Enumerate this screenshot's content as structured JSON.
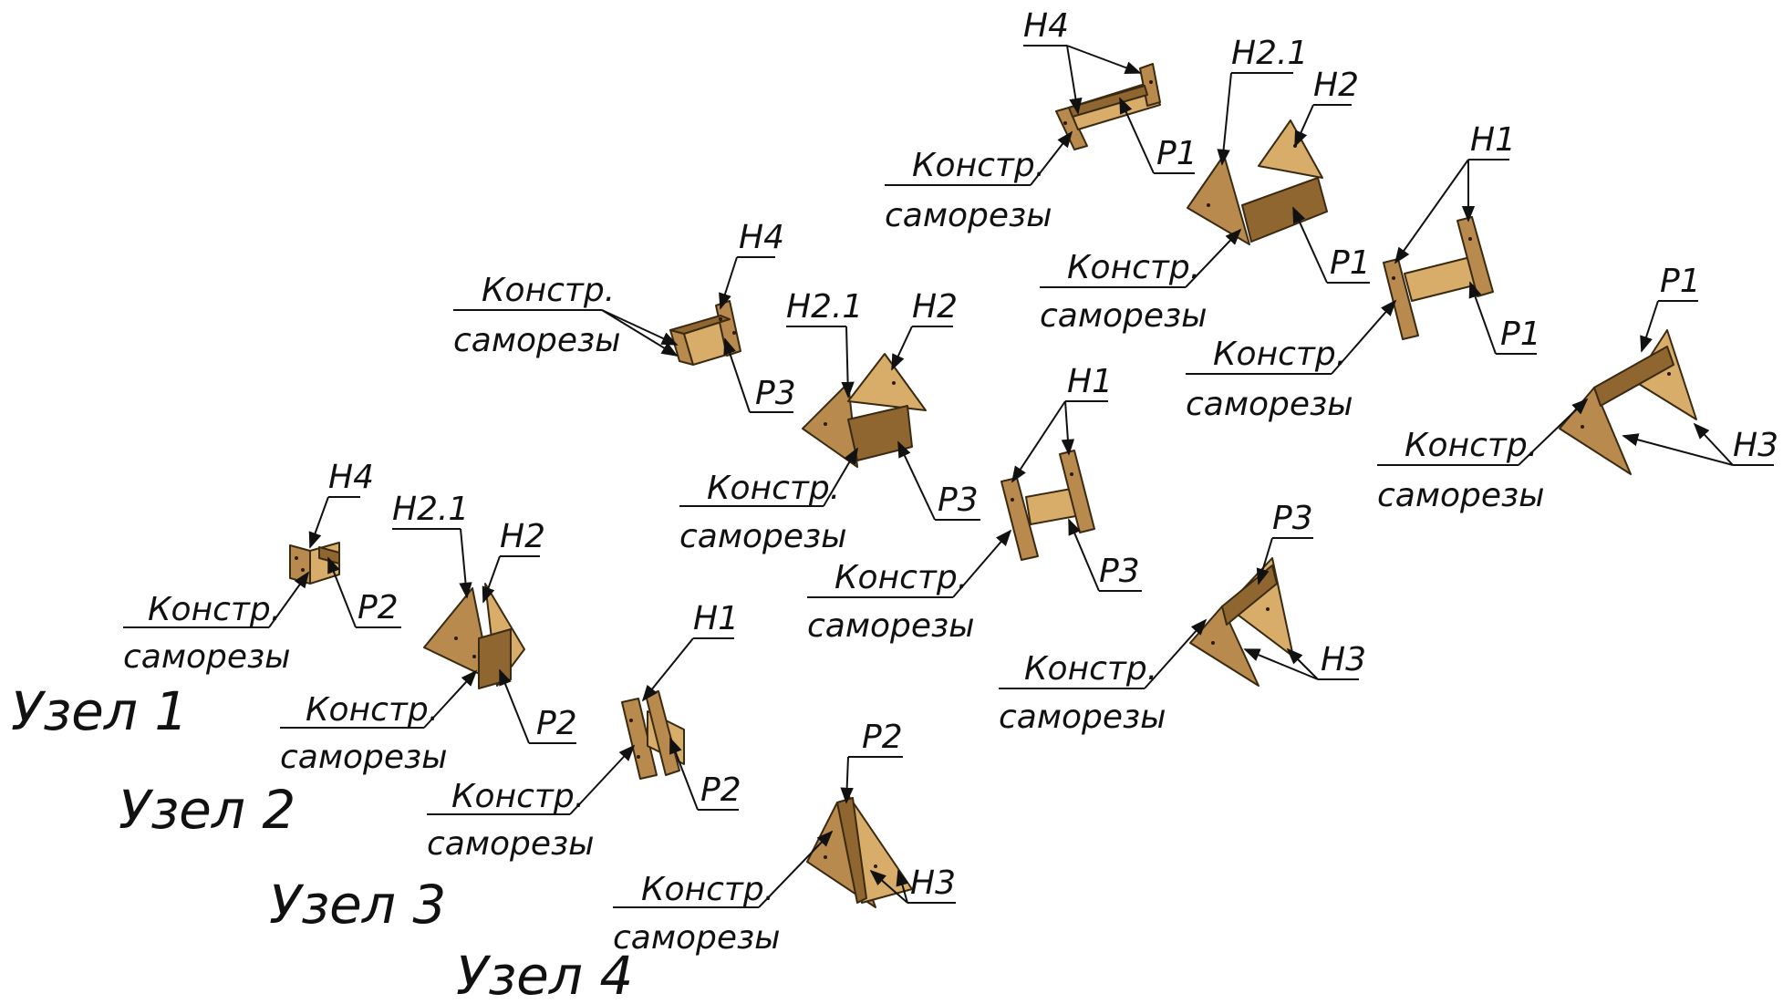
{
  "labels": {
    "konstr": "Констр.",
    "samorezy": "саморезы",
    "h1": "Н1",
    "h2": "Н2",
    "h21": "Н2.1",
    "h3": "Н3",
    "h4": "Н4",
    "p1": "Р1",
    "p2": "Р2",
    "p3": "Р3"
  },
  "nodes": {
    "uzel1": "Узел 1",
    "uzel2": "Узел 2",
    "uzel3": "Узел 3",
    "uzel4": "Узел 4"
  },
  "colors": {
    "wood": "#b88a4d",
    "wood_light": "#d8ad6a",
    "wood_dark": "#8f6530",
    "line": "#111111"
  }
}
